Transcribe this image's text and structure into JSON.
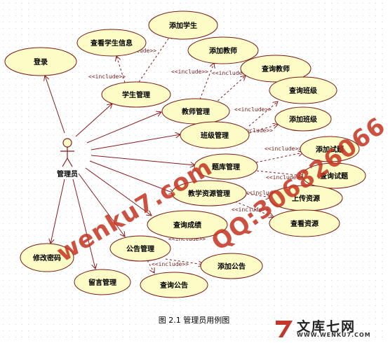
{
  "actor": {
    "label": "管理员"
  },
  "use_cases": {
    "login": "登录",
    "view_student": "查看学生信息",
    "add_student": "添加学生",
    "student_mgmt": "学生管理",
    "add_teacher": "添加教师",
    "query_teacher": "查询教师",
    "teacher_mgmt": "教师管理",
    "query_class": "查询班级",
    "class_mgmt": "班级管理",
    "add_class": "添加班级",
    "add_exam": "添加试题",
    "question_bank_mgmt": "题库管理",
    "query_exam": "查询试题",
    "teaching_resource_mgmt": "教学资源管理",
    "upload_resource": "上传资源",
    "view_resource": "查看资源",
    "query_score": "查询成绩",
    "change_password": "修改密码",
    "notice_mgmt": "公告管理",
    "add_notice": "添加公告",
    "message_mgmt": "留言管理",
    "query_notice": "查询公告"
  },
  "include_label": "<<include>>",
  "caption": "图 2.1 管理员用例图",
  "watermark": {
    "site_name": "文库七网",
    "site_url": "WWW.WENKU7.COM",
    "diagonal_1": "wenku7.com",
    "diagonal_2": "QQ:306826066"
  }
}
